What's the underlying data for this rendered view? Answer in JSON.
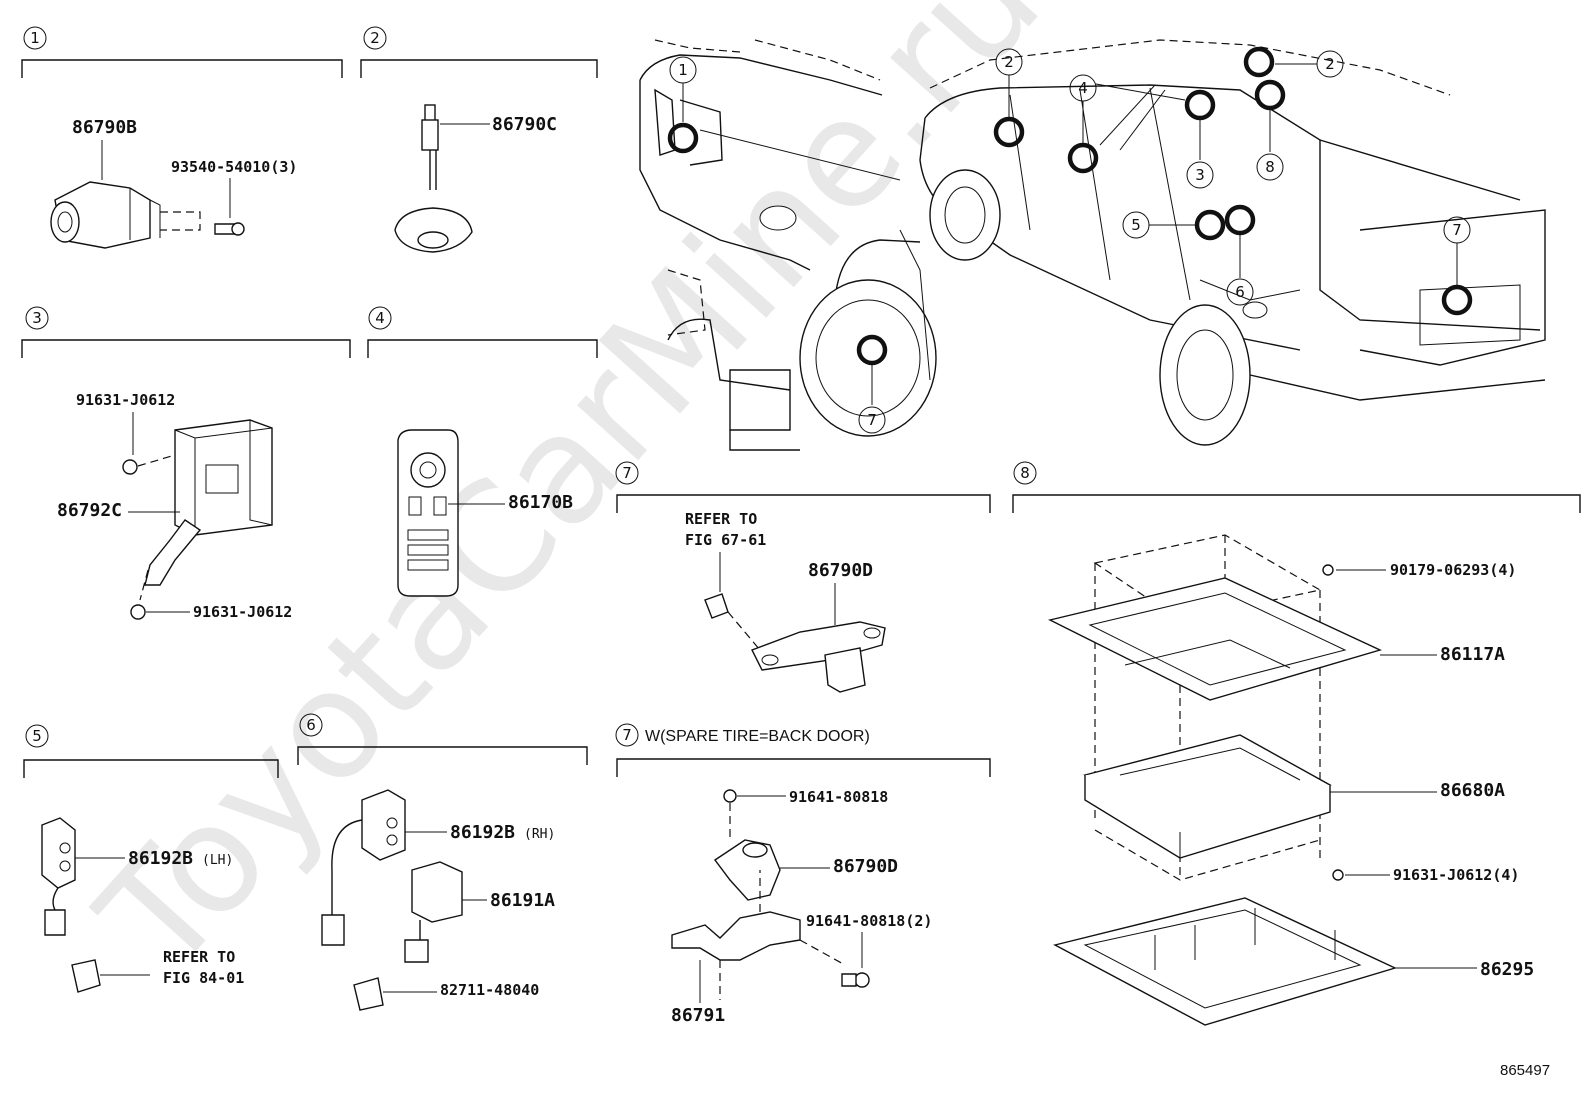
{
  "watermark": "ToyotaCarMine.ru",
  "diagram_id": "865497",
  "sections": [
    {
      "num": "1"
    },
    {
      "num": "2"
    },
    {
      "num": "3"
    },
    {
      "num": "4"
    },
    {
      "num": "5"
    },
    {
      "num": "6"
    },
    {
      "num": "7"
    },
    {
      "num": "7",
      "title": "W(SPARE TIRE=BACK DOOR)"
    },
    {
      "num": "8"
    }
  ],
  "parts": {
    "p86790B": "86790B",
    "p93540": "93540-54010(3)",
    "p86790C": "86790C",
    "p91631a": "91631-J0612",
    "p86792C": "86792C",
    "p91631b": "91631-J0612",
    "p86170B": "86170B",
    "p86192B_lh": "86192B",
    "lh": "(LH)",
    "p86192B_rh": "86192B",
    "rh": "(RH)",
    "p86191A": "86191A",
    "p82711": "82711-48040",
    "refer1_a": "REFER TO",
    "refer1_b": "FIG 84-01",
    "refer2_a": "REFER TO",
    "refer2_b": "FIG 67-61",
    "p86790D_a": "86790D",
    "p91641a": "91641-80818",
    "p86790D_b": "86790D",
    "p91641b": "91641-80818(2)",
    "p86791": "86791",
    "p90179": "90179-06293(4)",
    "p86117A": "86117A",
    "p86680A": "86680A",
    "p91631c": "91631-J0612(4)",
    "p86295": "86295"
  },
  "callouts": [
    "1",
    "2",
    "2",
    "4",
    "3",
    "8",
    "5",
    "6",
    "7",
    "7"
  ]
}
